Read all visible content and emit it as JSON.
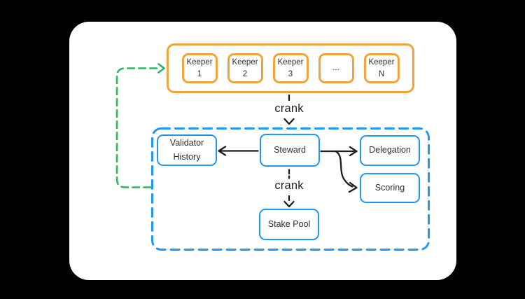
{
  "canvas": {
    "background": "#000000",
    "card_background": "#ffffff"
  },
  "colors": {
    "orange": "#F2A33C",
    "blue": "#2196F3",
    "green": "#28B464",
    "arrow": "#1C1C1C",
    "text": "#2E2E2E"
  },
  "keepers": {
    "items": [
      {
        "line1": "Keeper",
        "line2": "1"
      },
      {
        "line1": "Keeper",
        "line2": "2"
      },
      {
        "line1": "Keeper",
        "line2": "3"
      },
      {
        "line1": "..."
      },
      {
        "line1": "Keeper",
        "line2": "N"
      }
    ]
  },
  "labels": {
    "crank_top": "crank",
    "crank_bottom": "crank"
  },
  "nodes": {
    "validator_history": {
      "line1": "Validator",
      "line2": "History"
    },
    "steward": {
      "label": "Steward"
    },
    "delegation": {
      "label": "Delegation"
    },
    "scoring": {
      "label": "Scoring"
    },
    "stake_pool": {
      "label": "Stake Pool"
    }
  },
  "edges": [
    {
      "from": "keepers-group",
      "to": "steward-container",
      "label": "crank",
      "style": "dashed-black-arrow-down"
    },
    {
      "from": "steward",
      "to": "validator-history",
      "style": "solid-black-arrow-left"
    },
    {
      "from": "steward",
      "to": "delegation",
      "style": "solid-black-arrow-right"
    },
    {
      "from": "steward",
      "to": "scoring",
      "style": "curved-black-arrow"
    },
    {
      "from": "steward",
      "to": "stake-pool",
      "label": "crank",
      "style": "dashed-black-arrow-down"
    },
    {
      "from": "steward-container",
      "to": "keepers-group",
      "style": "dashed-green-feedback-arrow"
    }
  ]
}
